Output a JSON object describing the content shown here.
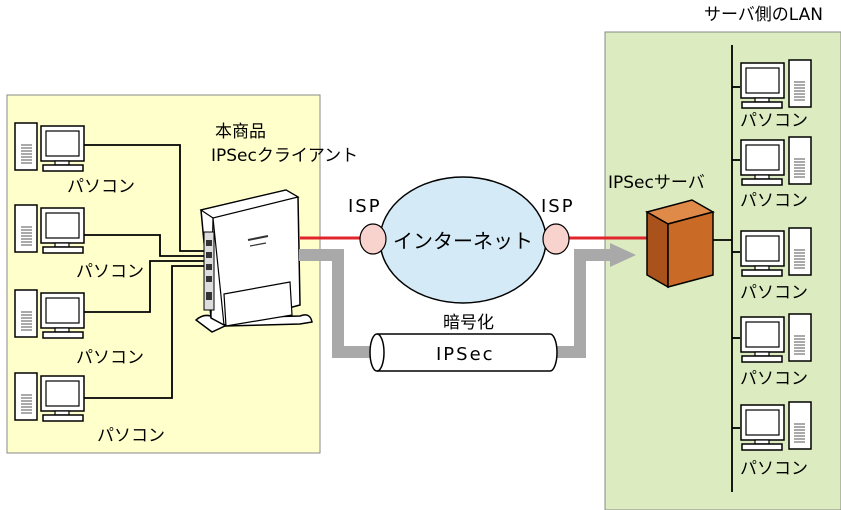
{
  "client_lan": {
    "pc_label": "パソコン",
    "pc_count": 4
  },
  "router": {
    "title_line1": "本商品",
    "title_line2": "IPSecクライアント"
  },
  "internet": {
    "label": "インターネット",
    "isp_left": "ISP",
    "isp_right": "ISP"
  },
  "tunnel": {
    "caption": "暗号化",
    "label": "IPSec"
  },
  "server_lan": {
    "title": "サーバ側のLAN",
    "server_label": "IPSecサーバ",
    "pc_label": "パソコン",
    "pc_count": 5
  },
  "colors": {
    "client_lan_bg": "#ffffcc",
    "server_lan_bg": "#ddecc0",
    "cloud_fill": "#d4eaf6",
    "isp_fill": "#f8d2cc",
    "red_link": "#e0262c",
    "gray_arrow": "#a9a9a9",
    "server_fill": "#c96a26"
  }
}
